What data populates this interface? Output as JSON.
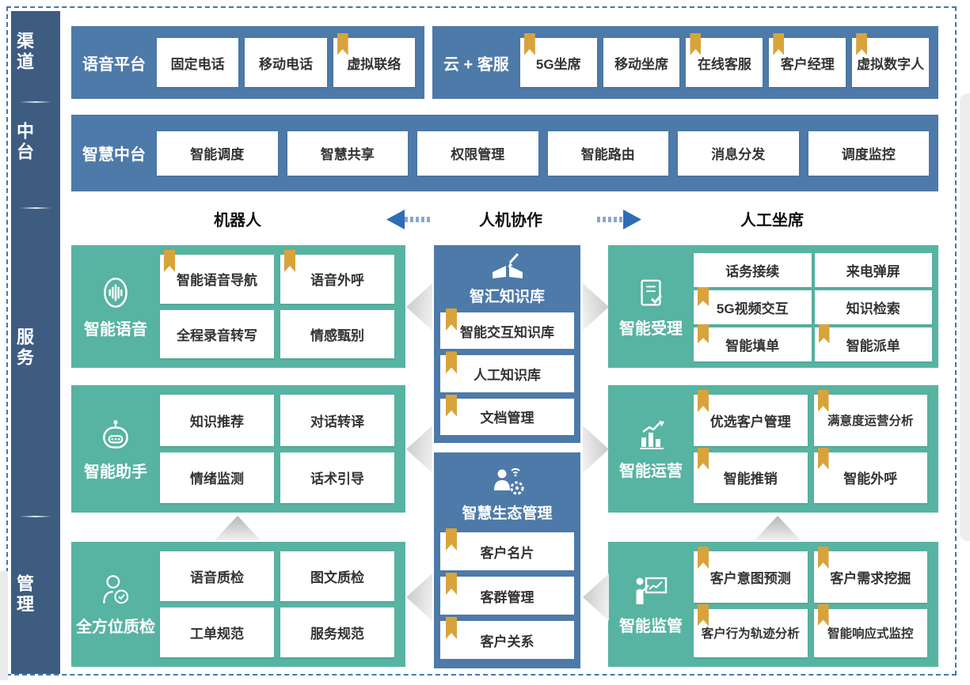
{
  "colors": {
    "band_blue": "#4d7aa8",
    "sidebar_blue": "#3e5c80",
    "section_green": "#57b3a2",
    "bookmark_gold": "#d9a33c",
    "arrow_blue": "#2e6db4",
    "frame_border_blue": "#4076b5"
  },
  "sidebar": {
    "labels": [
      "渠道",
      "中台",
      "服务",
      "管理"
    ]
  },
  "voice_platform": {
    "title": "语音平台",
    "items": [
      {
        "label": "固定电话",
        "bookmark": false
      },
      {
        "label": "移动电话",
        "bookmark": false
      },
      {
        "label": "虚拟联络",
        "bookmark": true
      }
    ]
  },
  "cloud_service": {
    "title": "云 + 客服",
    "items": [
      {
        "label": "5G坐席",
        "bookmark": true
      },
      {
        "label": "移动坐席",
        "bookmark": false
      },
      {
        "label": "在线客服",
        "bookmark": true
      },
      {
        "label": "客户经理",
        "bookmark": true
      },
      {
        "label": "虚拟数字人",
        "bookmark": true
      }
    ]
  },
  "middle_platform": {
    "title": "智慧中台",
    "items": [
      {
        "label": "智能调度",
        "bookmark": false
      },
      {
        "label": "智慧共享",
        "bookmark": false
      },
      {
        "label": "权限管理",
        "bookmark": false
      },
      {
        "label": "智能路由",
        "bookmark": false
      },
      {
        "label": "消息分发",
        "bookmark": false
      },
      {
        "label": "调度监控",
        "bookmark": false
      }
    ]
  },
  "collab_header": {
    "left": "机器人",
    "center": "人机协作",
    "right": "人工坐席"
  },
  "left_column": [
    {
      "title": "智能语音",
      "icon": "voice-wave-icon",
      "items": [
        {
          "label": "智能语音导航",
          "bookmark": true
        },
        {
          "label": "语音外呼",
          "bookmark": true
        },
        {
          "label": "全程录音转写",
          "bookmark": false
        },
        {
          "label": "情感甄别",
          "bookmark": false
        }
      ]
    },
    {
      "title": "智能助手",
      "icon": "robot-icon",
      "items": [
        {
          "label": "知识推荐",
          "bookmark": false
        },
        {
          "label": "对话转译",
          "bookmark": false
        },
        {
          "label": "情绪监测",
          "bookmark": false
        },
        {
          "label": "话术引导",
          "bookmark": false
        }
      ]
    },
    {
      "title": "全方位质检",
      "icon": "person-inspect-icon",
      "items": [
        {
          "label": "语音质检",
          "bookmark": false
        },
        {
          "label": "图文质检",
          "bookmark": false
        },
        {
          "label": "工单规范",
          "bookmark": false
        },
        {
          "label": "服务规范",
          "bookmark": false
        }
      ]
    }
  ],
  "center_column": [
    {
      "title": "智汇知识库",
      "icon": "book-pen-icon",
      "items": [
        {
          "label": "智能交互知识库",
          "bookmark": true
        },
        {
          "label": "人工知识库",
          "bookmark": true
        },
        {
          "label": "文档管理",
          "bookmark": true
        }
      ]
    },
    {
      "title": "智慧生态管理",
      "icon": "person-network-gear-icon",
      "items": [
        {
          "label": "客户名片",
          "bookmark": true
        },
        {
          "label": "客群管理",
          "bookmark": true
        },
        {
          "label": "客户关系",
          "bookmark": true
        }
      ]
    }
  ],
  "right_column": [
    {
      "title": "智能受理",
      "icon": "document-check-icon",
      "items": [
        {
          "label": "话务接续",
          "bookmark": false
        },
        {
          "label": "来电弹屏",
          "bookmark": false
        },
        {
          "label": "5G视频交互",
          "bookmark": true
        },
        {
          "label": "知识检索",
          "bookmark": false
        },
        {
          "label": "智能填单",
          "bookmark": true
        },
        {
          "label": "智能派单",
          "bookmark": true
        }
      ]
    },
    {
      "title": "智能运营",
      "icon": "chart-up-icon",
      "items": [
        {
          "label": "优选客户管理",
          "bookmark": true
        },
        {
          "label": "满意度运营分析",
          "bookmark": true
        },
        {
          "label": "智能推销",
          "bookmark": true
        },
        {
          "label": "智能外呼",
          "bookmark": true
        }
      ]
    },
    {
      "title": "智能监管",
      "icon": "presenter-board-icon",
      "items": [
        {
          "label": "客户意图预测",
          "bookmark": true
        },
        {
          "label": "客户需求挖掘",
          "bookmark": true
        },
        {
          "label": "客户行为轨迹分析",
          "bookmark": true
        },
        {
          "label": "智能响应式监控",
          "bookmark": true
        }
      ]
    }
  ]
}
